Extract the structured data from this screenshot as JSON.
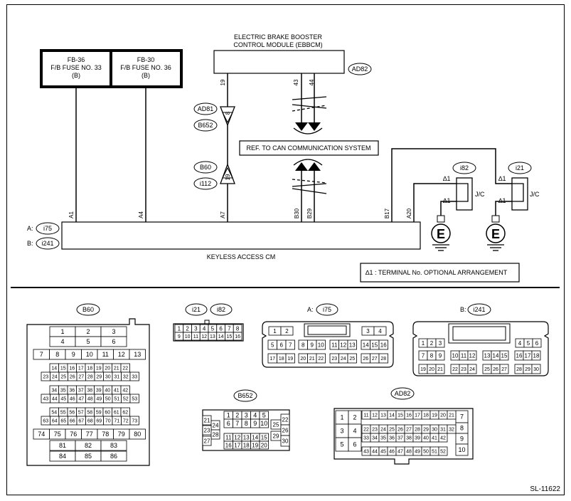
{
  "module": {
    "line1": "ELECTRIC BRAKE BOOSTER",
    "line2": "CONTROL MODULE (EBBCM)",
    "conn": "AD82",
    "pins": [
      "19",
      "43",
      "44"
    ]
  },
  "fuse1": {
    "line1": "FB-36",
    "line2": "F/B FUSE NO. 33",
    "line3": "(B)"
  },
  "fuse2": {
    "line1": "FB-30",
    "line2": "F/B FUSE NO. 36",
    "line3": "(B)"
  },
  "splice_top": {
    "ids": [
      "AD81",
      "B652"
    ],
    "pin": "8"
  },
  "splice_bot": {
    "ids": [
      "B60",
      "i112"
    ],
    "pin": "19"
  },
  "can_ref": "REF. TO CAN COMMUNICATION SYSTEM",
  "jc": {
    "label": "J/C",
    "star": "∆1",
    "left_id": "i82",
    "right_id": "i21"
  },
  "cm": {
    "name": "KEYLESS ACCESS CM",
    "a_label": "A:",
    "a_id": "i75",
    "b_label": "B:",
    "b_id": "i241",
    "pins": [
      "A1",
      "A4",
      "A7",
      "B30",
      "B29",
      "B17",
      "A20"
    ]
  },
  "note": "∆1 : TERMINAL No. OPTIONAL ARRANGEMENT",
  "connectors": {
    "b60": {
      "id": "B60",
      "rows": [
        [
          "1",
          "2",
          "3"
        ],
        [
          "4",
          "5",
          "6"
        ],
        [
          "7",
          "8",
          "9",
          "10",
          "11",
          "12",
          "13"
        ],
        [
          "14",
          "15",
          "16",
          "17",
          "18",
          "19",
          "20",
          "21",
          "22"
        ],
        [
          "23",
          "24",
          "25",
          "26",
          "27",
          "28",
          "29",
          "30",
          "31",
          "32",
          "33"
        ],
        [
          "34",
          "35",
          "36",
          "37",
          "38",
          "39",
          "40",
          "41",
          "42"
        ],
        [
          "43",
          "44",
          "45",
          "46",
          "47",
          "48",
          "49",
          "50",
          "51",
          "52",
          "53"
        ],
        [
          "54",
          "55",
          "56",
          "57",
          "58",
          "59",
          "60",
          "61",
          "62"
        ],
        [
          "63",
          "64",
          "65",
          "66",
          "67",
          "68",
          "69",
          "70",
          "71",
          "72",
          "73"
        ],
        [
          "74",
          "75",
          "76",
          "77",
          "78",
          "79",
          "80"
        ],
        [
          "81",
          "82",
          "83"
        ],
        [
          "84",
          "85",
          "86"
        ]
      ]
    },
    "i21": {
      "ids": [
        "i21",
        "i82"
      ],
      "rows": [
        [
          "1",
          "2",
          "3",
          "4",
          "5",
          "6",
          "7",
          "8"
        ],
        [
          "9",
          "10",
          "11",
          "12",
          "13",
          "14",
          "15",
          "16"
        ]
      ]
    },
    "i75": {
      "label": "A:",
      "id": "i75",
      "rows": [
        [
          "1",
          "2",
          "3",
          "4"
        ],
        [
          "5",
          "6",
          "7",
          "8",
          "9",
          "10",
          "11",
          "12",
          "13",
          "14",
          "15",
          "16"
        ],
        [
          "17",
          "18",
          "19",
          "20",
          "21",
          "22",
          "23",
          "24",
          "25",
          "26",
          "27",
          "28"
        ]
      ]
    },
    "i241": {
      "label": "B:",
      "id": "i241",
      "rows": [
        [
          "1",
          "2",
          "3",
          "4",
          "5",
          "6"
        ],
        [
          "7",
          "8",
          "9",
          "10",
          "11",
          "12",
          "13",
          "14",
          "15",
          "16",
          "17",
          "18"
        ],
        [
          "19",
          "20",
          "21",
          "22",
          "23",
          "24",
          "25",
          "26",
          "27",
          "28",
          "29",
          "30"
        ]
      ]
    },
    "b652": {
      "id": "B652",
      "rows": [
        [
          "1",
          "2",
          "3",
          "4",
          "5"
        ],
        [
          "6",
          "7",
          "8",
          "9",
          "10"
        ],
        [
          "11",
          "12",
          "13",
          "14",
          "15"
        ],
        [
          "16",
          "17",
          "18",
          "19",
          "20"
        ],
        [
          "21",
          "22",
          "23",
          "24",
          "25",
          "26",
          "27",
          "28",
          "29",
          "30"
        ]
      ]
    },
    "ad82": {
      "id": "AD82",
      "rows": [
        [
          "1",
          "2",
          "3",
          "4",
          "5",
          "6",
          "7",
          "8",
          "9",
          "10"
        ],
        [
          "11",
          "12",
          "13",
          "14",
          "15",
          "16",
          "17",
          "18",
          "19",
          "20",
          "21"
        ],
        [
          "22",
          "23",
          "24",
          "25",
          "26",
          "27",
          "28",
          "29",
          "30",
          "31",
          "32"
        ],
        [
          "33",
          "34",
          "35",
          "36",
          "37",
          "38",
          "39",
          "40",
          "41",
          "42"
        ],
        [
          "43",
          "44",
          "45",
          "46",
          "47",
          "48",
          "49",
          "50",
          "51",
          "52"
        ]
      ]
    }
  },
  "code": "SL-11622"
}
